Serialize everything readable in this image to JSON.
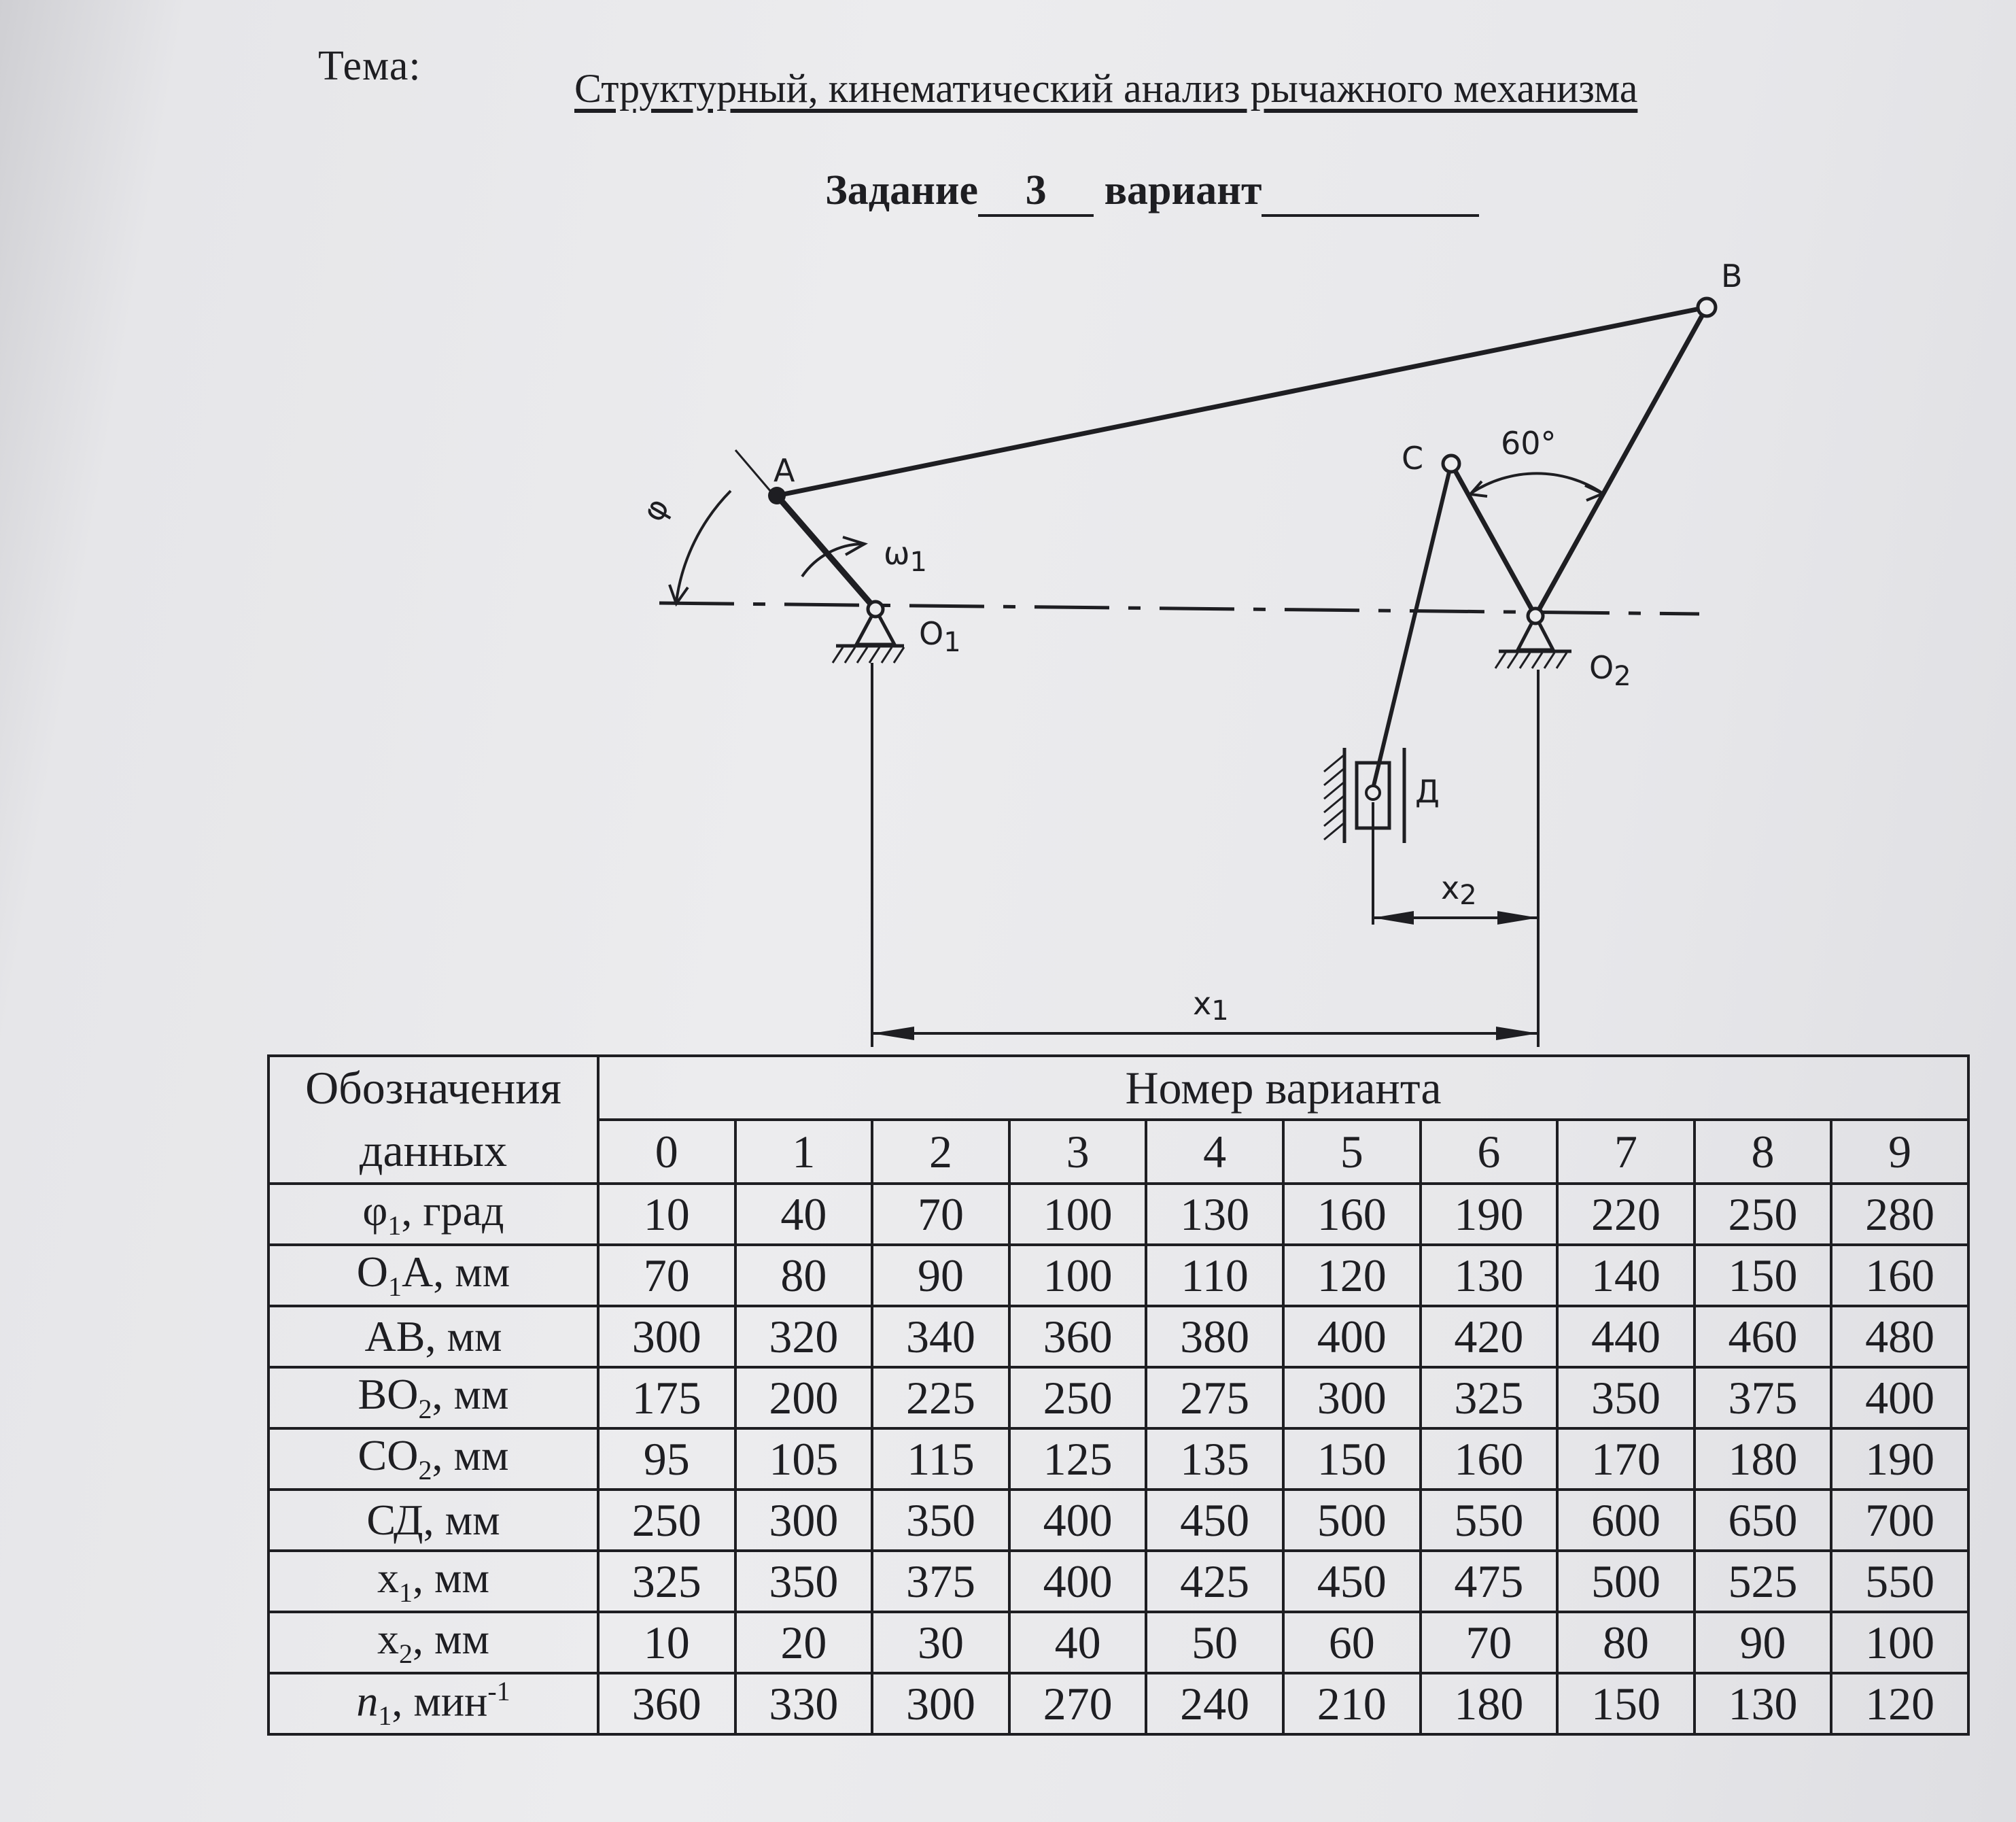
{
  "header": {
    "topic_label": "Тема:",
    "topic_text": "Структурный, кинематический анализ рычажного механизма",
    "task_prefix": "Задание",
    "task_number": "3",
    "variant_label": "вариант"
  },
  "diagram": {
    "labels": {
      "A": "A",
      "B": "B",
      "C": "C",
      "D": "Д",
      "O1": "O",
      "O1_sub": "1",
      "O2": "O",
      "O2_sub": "2",
      "angle": "60°",
      "phi": "φ",
      "omega": "ω",
      "omega_sub": "1",
      "x1": "x",
      "x1_sub": "1",
      "x2": "x",
      "x2_sub": "2"
    }
  },
  "table": {
    "designation_header": "Обозначения данных",
    "variant_header": "Номер варианта",
    "variants": [
      "0",
      "1",
      "2",
      "3",
      "4",
      "5",
      "6",
      "7",
      "8",
      "9"
    ],
    "rows": [
      {
        "name": "φ",
        "sub": "1",
        "unit": ", град",
        "values": [
          "10",
          "40",
          "70",
          "100",
          "130",
          "160",
          "190",
          "220",
          "250",
          "280"
        ]
      },
      {
        "name": "O",
        "sub": "1",
        "name2": "A",
        "unit": ", мм",
        "values": [
          "70",
          "80",
          "90",
          "100",
          "110",
          "120",
          "130",
          "140",
          "150",
          "160"
        ]
      },
      {
        "name": "AB",
        "unit": ", мм",
        "values": [
          "300",
          "320",
          "340",
          "360",
          "380",
          "400",
          "420",
          "440",
          "460",
          "480"
        ]
      },
      {
        "name": "BO",
        "sub": "2",
        "unit": ", мм",
        "values": [
          "175",
          "200",
          "225",
          "250",
          "275",
          "300",
          "325",
          "350",
          "375",
          "400"
        ]
      },
      {
        "name": "CO",
        "sub": "2",
        "unit": ", мм",
        "values": [
          "95",
          "105",
          "115",
          "125",
          "135",
          "150",
          "160",
          "170",
          "180",
          "190"
        ]
      },
      {
        "name": "СД",
        "unit": ", мм",
        "values": [
          "250",
          "300",
          "350",
          "400",
          "450",
          "500",
          "550",
          "600",
          "650",
          "700"
        ]
      },
      {
        "name": "x",
        "sub": "1",
        "unit": ", мм",
        "values": [
          "325",
          "350",
          "375",
          "400",
          "425",
          "450",
          "475",
          "500",
          "525",
          "550"
        ]
      },
      {
        "name": "x",
        "sub": "2",
        "unit": ", мм",
        "values": [
          "10",
          "20",
          "30",
          "40",
          "50",
          "60",
          "70",
          "80",
          "90",
          "100"
        ]
      },
      {
        "name": "n",
        "sub": "1",
        "unit": ", мин",
        "sup": "-1",
        "values": [
          "360",
          "330",
          "300",
          "270",
          "240",
          "210",
          "180",
          "150",
          "130",
          "120"
        ]
      }
    ]
  }
}
